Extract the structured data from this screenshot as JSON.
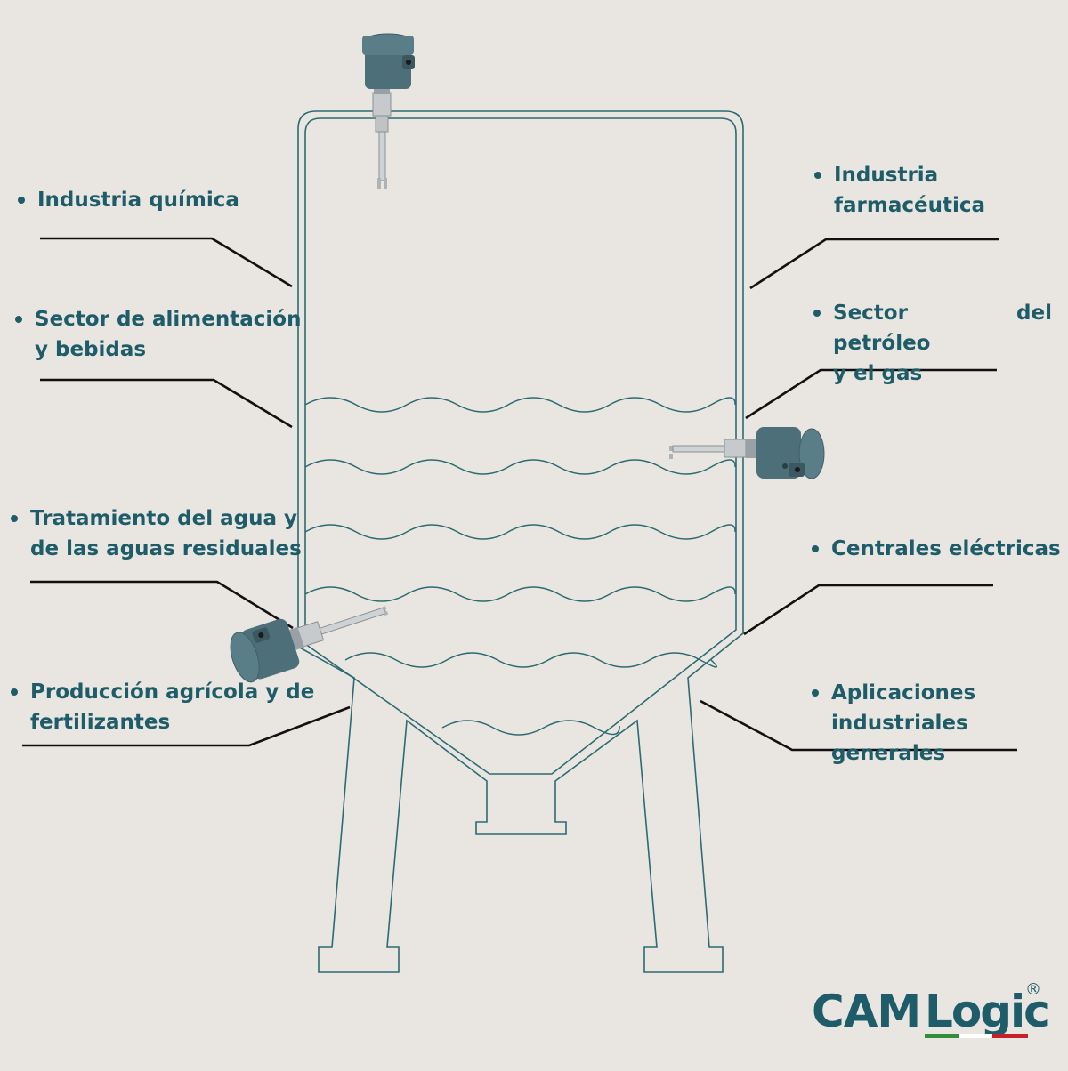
{
  "labels": {
    "chemical": "Industria química",
    "food": "Sector de alimentación\ny bebidas",
    "water": "Tratamiento del agua y\nde las aguas residuales",
    "agri": "Producción agrícola y de\nfertilizantes",
    "pharma": "Industria\nfarmacéutica",
    "oil": "Sector del petróleo\ny el gas",
    "power": "Centrales eléctricas",
    "general": "Aplicaciones\nindustriales generales"
  },
  "logo": {
    "cam": "CAM",
    "logic": "Logic",
    "registered": "®"
  },
  "colors": {
    "background": "#e9e6e1",
    "text": "#1d5c68",
    "tank_outline": "#2c6b73",
    "leader_line": "#111111",
    "logo_green": "#2f8f3a",
    "logo_red": "#c8202a"
  },
  "icons": [
    "sensor-top-icon",
    "sensor-right-icon",
    "sensor-left-icon",
    "tank-icon"
  ]
}
